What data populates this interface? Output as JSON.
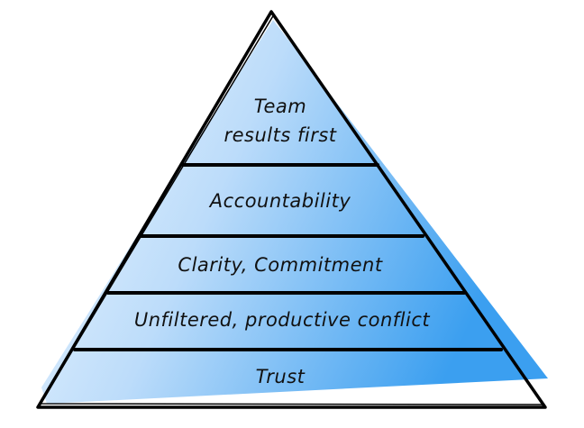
{
  "pyramid": {
    "colors": {
      "light": "#dcefff",
      "dark": "#3b9ff0",
      "outline": "#000000",
      "text": "#111111"
    },
    "levels": [
      {
        "label_lines": [
          "Team",
          "results first"
        ]
      },
      {
        "label_lines": [
          "Accountability"
        ]
      },
      {
        "label_lines": [
          "Clarity, Commitment"
        ]
      },
      {
        "label_lines": [
          "Unfiltered, productive conflict"
        ]
      },
      {
        "label_lines": [
          "Trust"
        ]
      }
    ]
  }
}
